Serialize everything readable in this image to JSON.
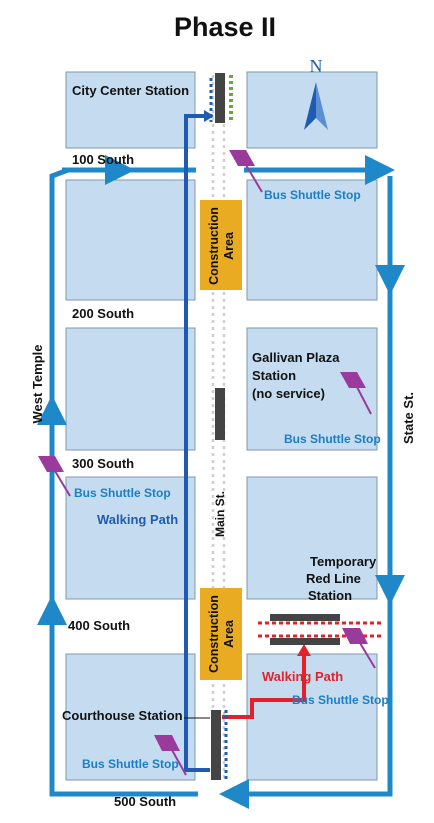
{
  "title": "Phase II",
  "compass": {
    "label": "N"
  },
  "streets": {
    "s100": "100 South",
    "s200": "200 South",
    "s300": "300 South",
    "s400": "400 South",
    "s500": "500 South",
    "west": "West Temple",
    "state": "State St.",
    "main": "Main St."
  },
  "stations": {
    "city_center": "City Center Station",
    "gallivan": [
      "Gallivan Plaza",
      "Station",
      "(no service)"
    ],
    "temporary": [
      "Temporary",
      "Red Line",
      "Station"
    ],
    "courthouse": "Courthouse Station"
  },
  "construction": {
    "upper": [
      "Construction",
      "Area"
    ],
    "lower": [
      "Construction",
      "Area"
    ]
  },
  "bus_stops": {
    "stop1": "Bus Shuttle Stop",
    "stop2": "Bus Shuttle Stop",
    "stop3": "Bus Shuttle Stop",
    "stop4": "Bus Shuttle Stop",
    "stop5": "Bus Shuttle Stop"
  },
  "walking_paths": {
    "blue": "Walking Path",
    "red": "Walking Path"
  },
  "colors": {
    "block": "#c5dcf0",
    "block_stroke": "#7f97ad",
    "loop_blue": "#1e88c9",
    "walk_blue": "#1f5bb0",
    "walk_red": "#e2222a",
    "construction": "#e8ab22",
    "bus_flag": "#9b3a9d",
    "stop_text": "#1a7fc4"
  }
}
